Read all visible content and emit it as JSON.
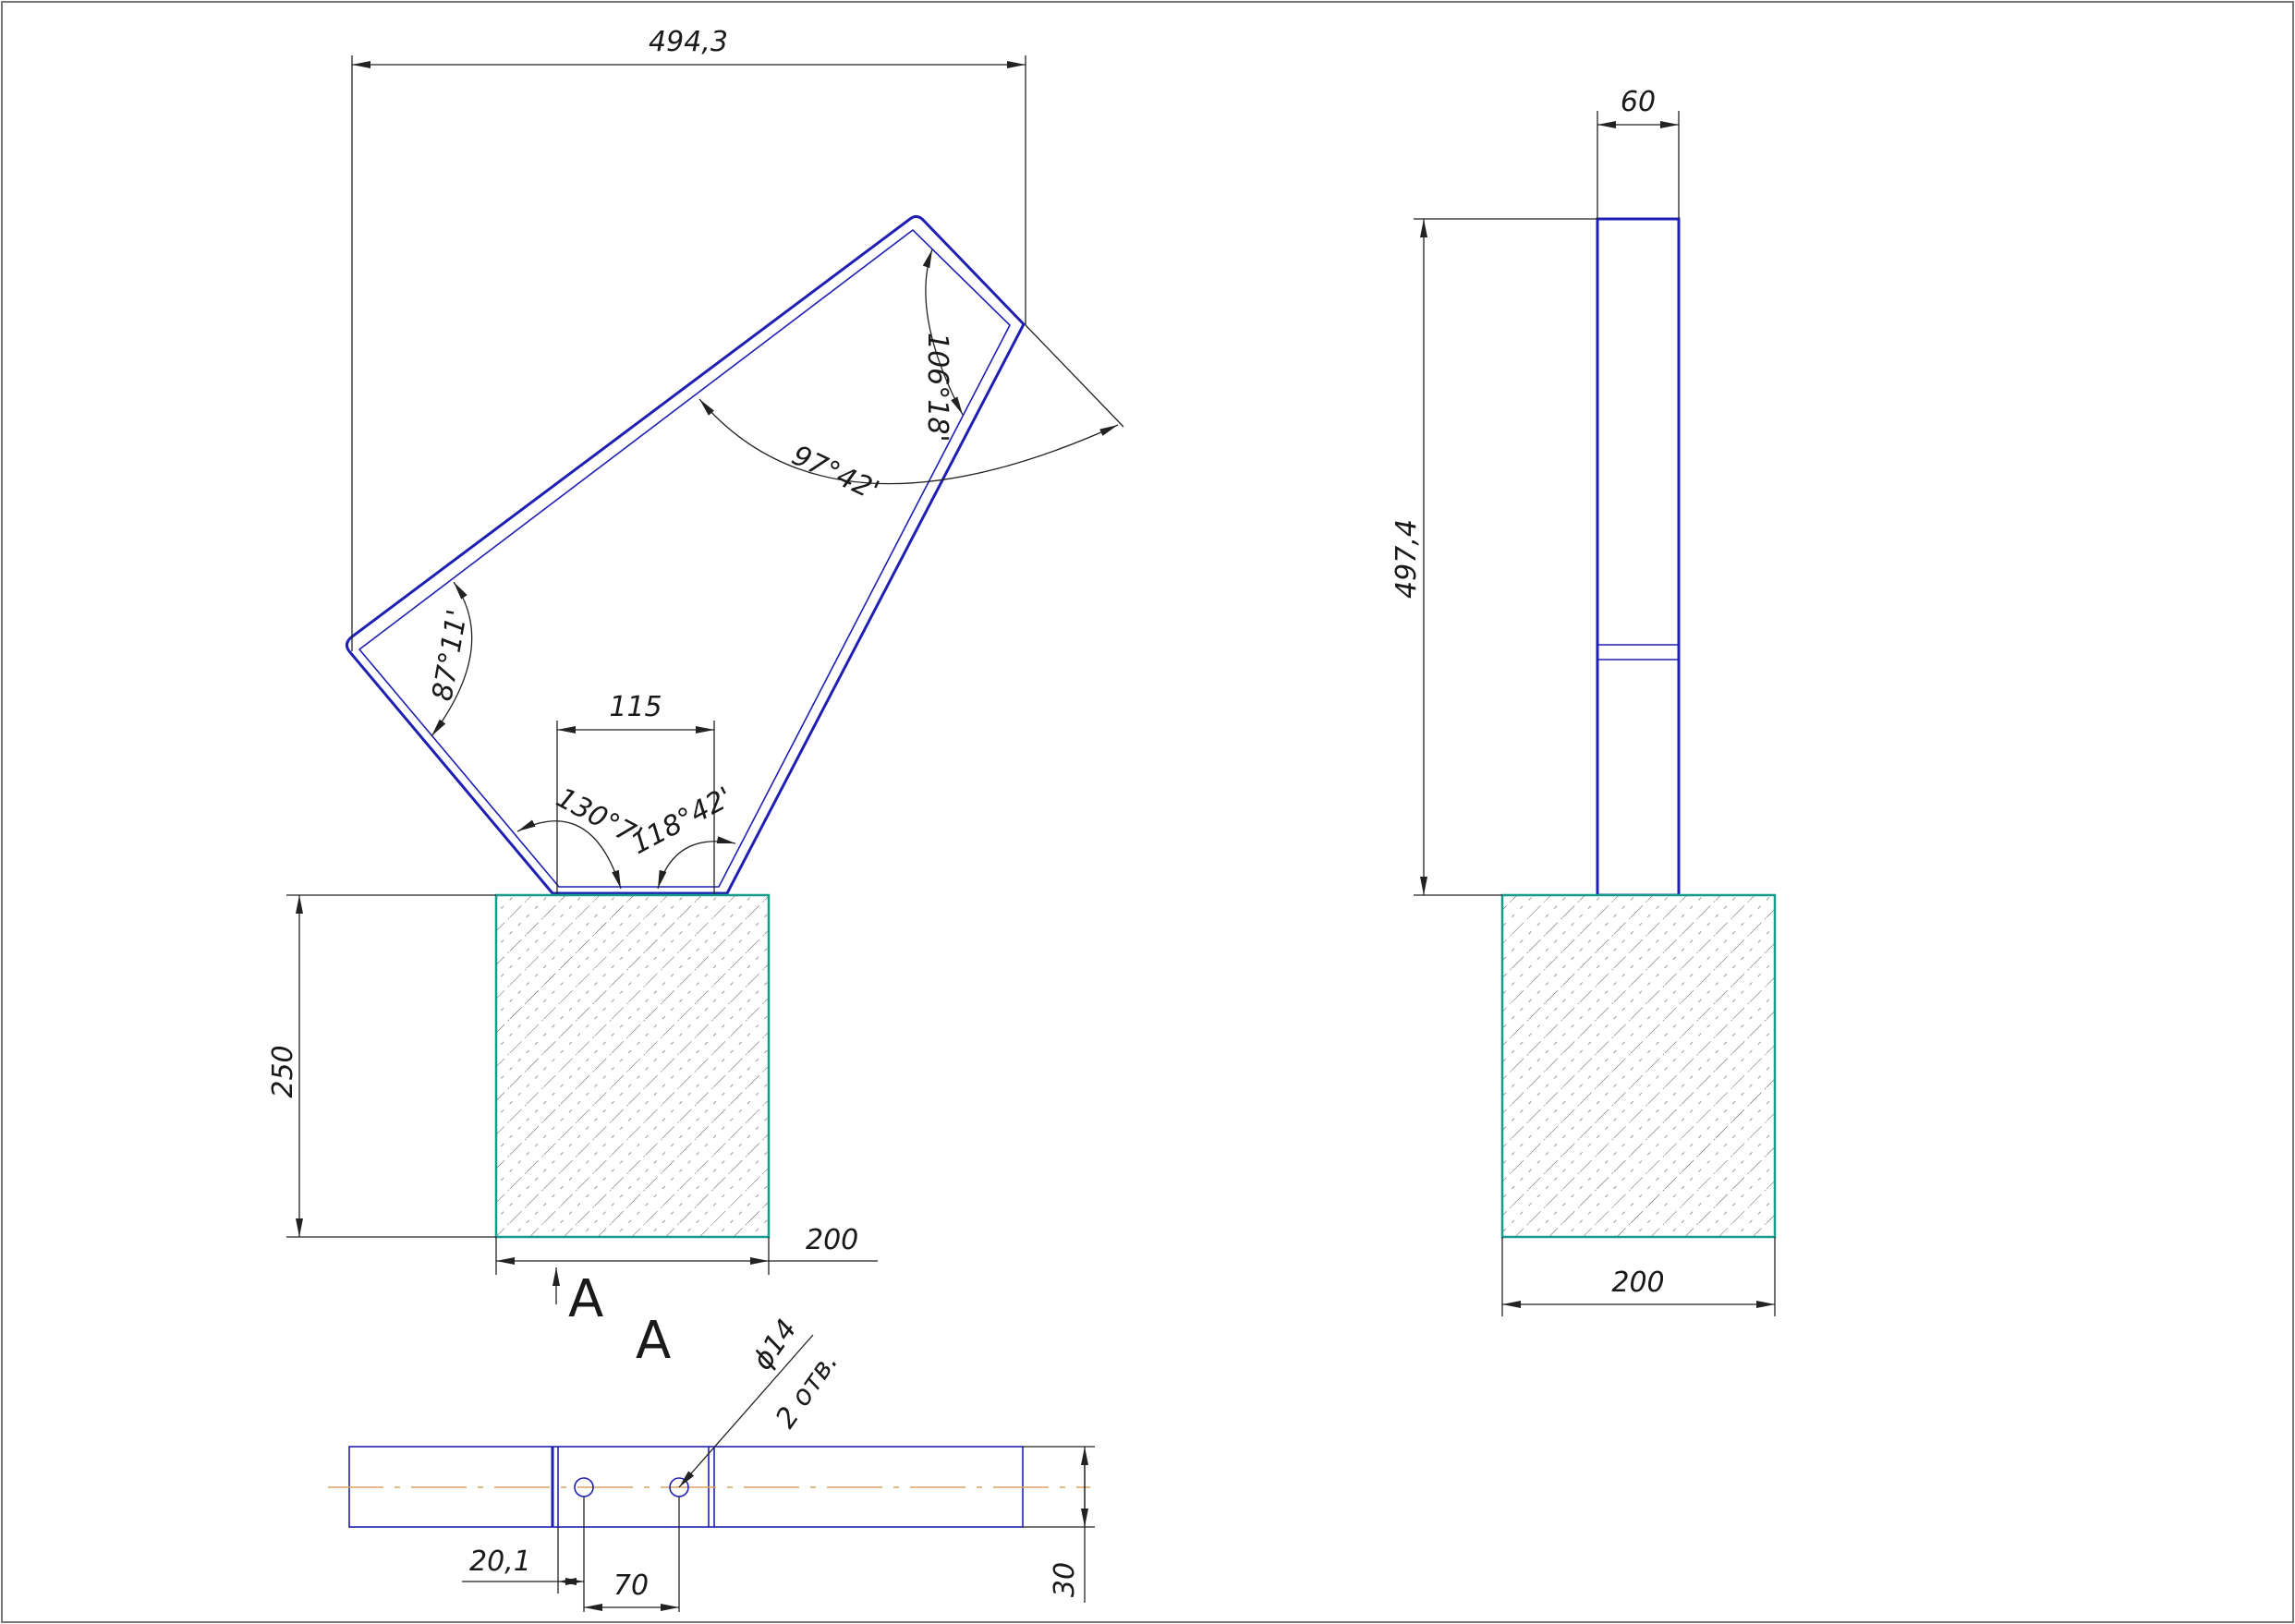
{
  "front_view": {
    "width_top": "494,3",
    "angle_top": "106°18'",
    "angle_right": "97°42'",
    "angle_left": "87°11'",
    "width_bottom": "115",
    "angle_bottom_left": "130°7'",
    "angle_bottom_right": "118°42'",
    "base_height": "250",
    "base_width": "200"
  },
  "side_view": {
    "thickness": "60",
    "height": "497,4",
    "base_width": "200"
  },
  "section": {
    "view_label": "A",
    "view_arrow_label": "A",
    "hole_diameter": "ϕ14",
    "hole_count": "2 отв.",
    "offset": "20,1",
    "hole_spacing": "70",
    "width": "30"
  },
  "colors": {
    "part_outline": "#1f1fb4",
    "base_outline": "#169a8a",
    "dimension_lines": "#222222",
    "axis_line": "#d9a060"
  }
}
